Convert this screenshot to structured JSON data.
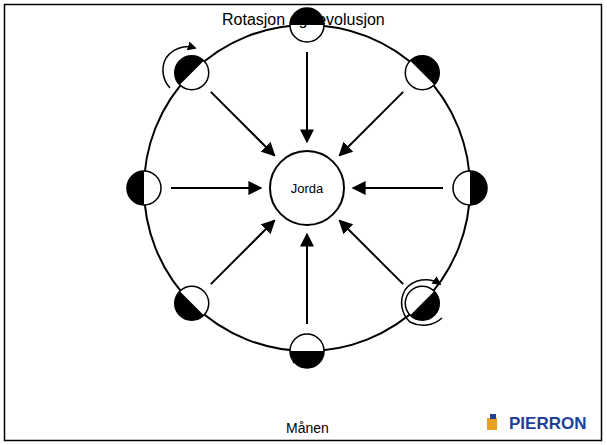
{
  "diagram": {
    "title": "Rotasjon og revolusjon",
    "nodes": [
      {
        "text": [
          "Jorda"
        ]
      }
    ],
    "labels": [
      "Månen",
      "PIERRON"
    ]
  }
}
